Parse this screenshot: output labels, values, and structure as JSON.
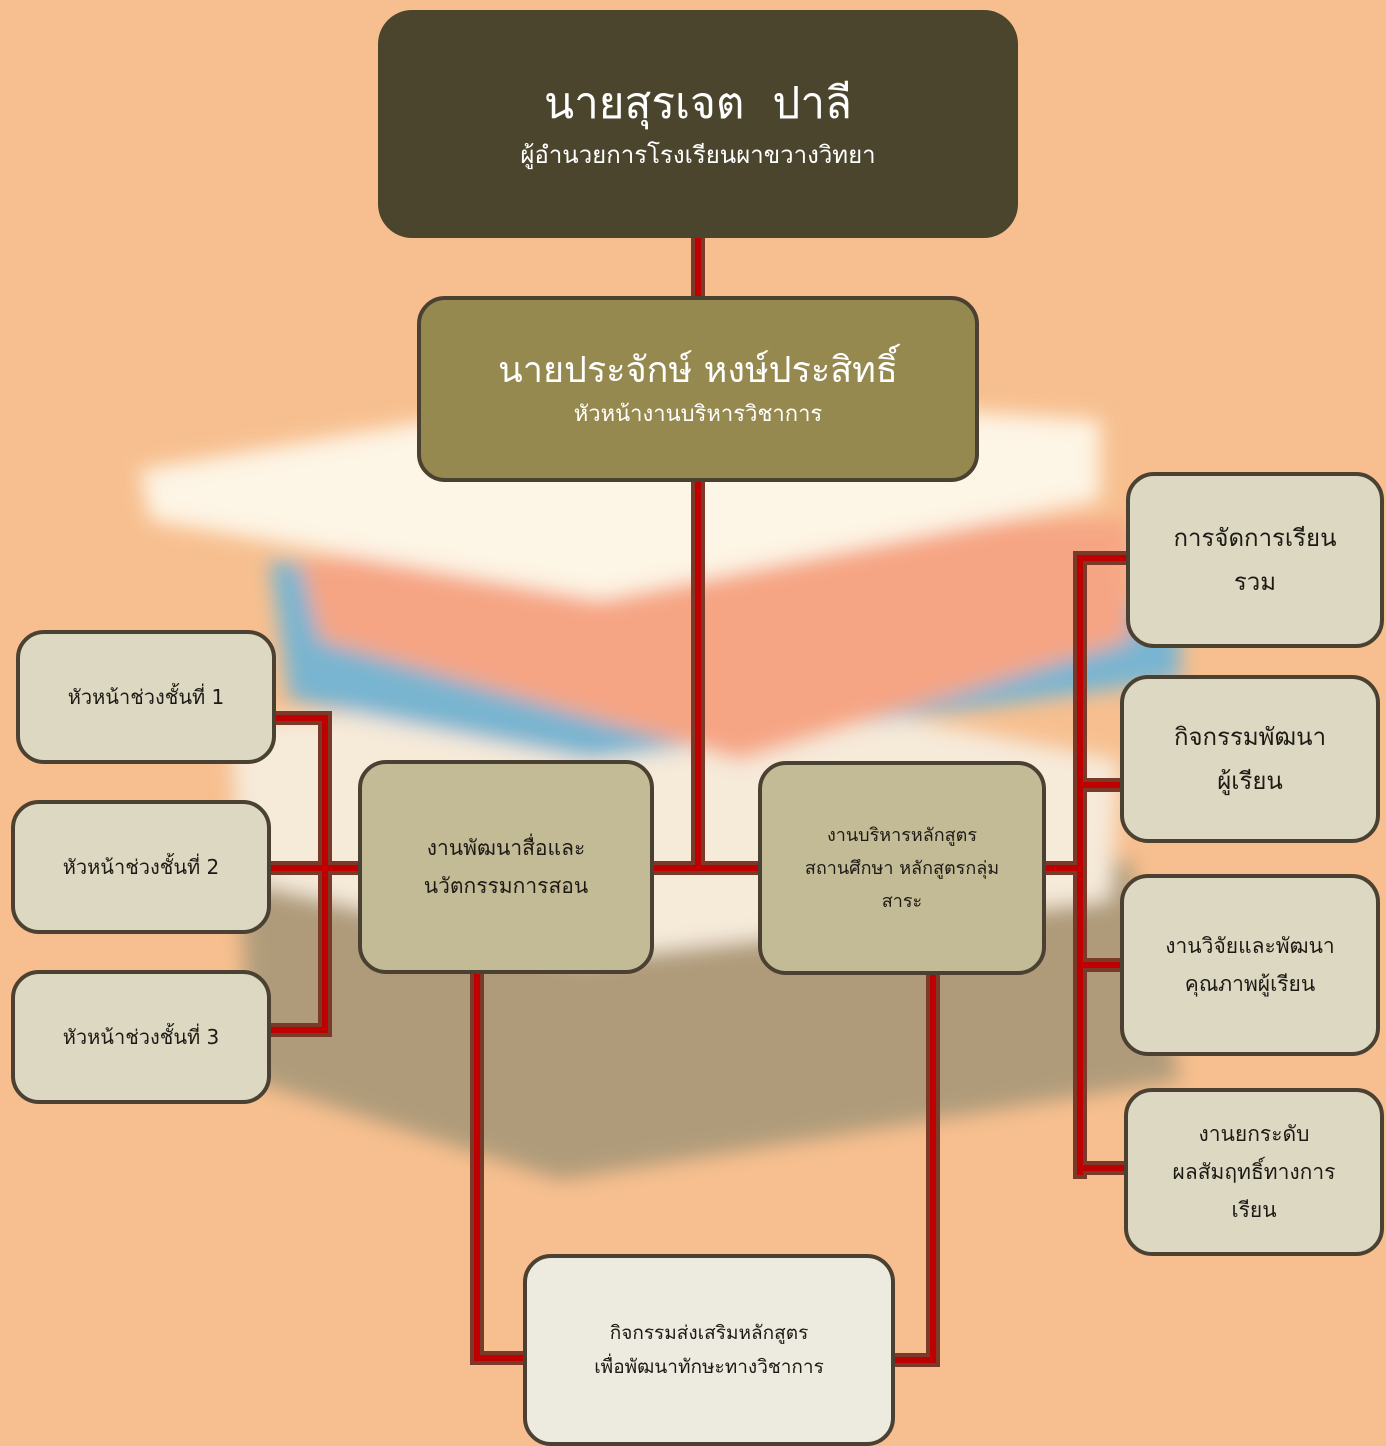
{
  "director": {
    "name": "นายสุรเจต  ปาลี",
    "title": "ผู้อำนวยการโรงเรียนผาขวางวิทยา"
  },
  "head": {
    "name": "นายประจักษ์ หงษ์ประสิทธิ์",
    "title": "หัวหน้างานบริหารวิชาการ"
  },
  "left_unit": {
    "line1": "งานพัฒนาสื่อและ",
    "line2": "นวัตกรรมการสอน"
  },
  "right_unit": {
    "line1": "งานบริหารหลักสูตร",
    "line2": "สถานศึกษา หลักสูตรกลุ่ม",
    "line3": "สาระ"
  },
  "left_items": [
    "หัวหน้าช่วงชั้นที่ 1",
    "หัวหน้าช่วงชั้นที่ 2",
    "หัวหน้าช่วงชั้นที่ 3"
  ],
  "right_items": [
    {
      "line1": "การจัดการเรียน",
      "line2": "รวม"
    },
    {
      "line1": "กิจกรรมพัฒนา",
      "line2": "ผู้เรียน"
    },
    {
      "line1": "งานวิจัยและพัฒนา",
      "line2": "คุณภาพผู้เรียน"
    },
    {
      "line1": "งานยกระดับ",
      "line2": "ผลสัมฤทธิ์ทางการ",
      "line3": "เรียน"
    }
  ],
  "bottom_unit": {
    "line1": "กิจกรรมส่งเสริมหลักสูตร",
    "line2": "เพื่อพัฒนาทักษะทางวิชาการ"
  },
  "colors": {
    "background": "#f7bf8f",
    "connector": "#c00000",
    "connector_edge": "#7a3a2a",
    "director_box": "#4a452c",
    "head_box": "#96894f",
    "unit_box": "#c3ba96",
    "item_box": "#ddd8c2",
    "bottom_box": "#edeae0"
  }
}
